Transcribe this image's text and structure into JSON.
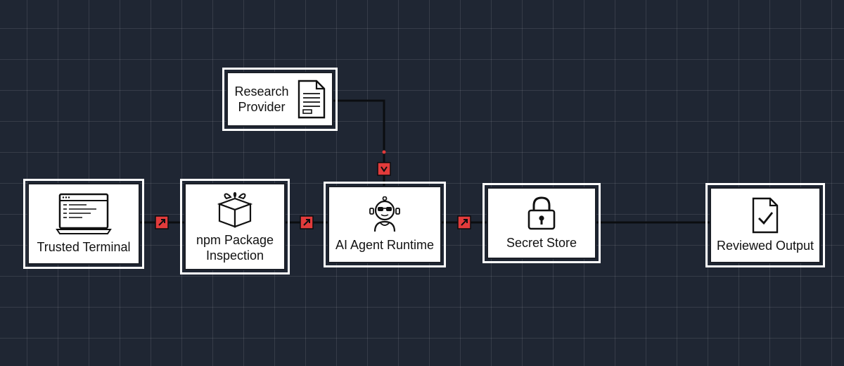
{
  "diagram": {
    "nodes": [
      {
        "id": "terminal",
        "label": "Trusted Terminal",
        "icon": "terminal-icon"
      },
      {
        "id": "npm",
        "label": "npm Package Inspection",
        "icon": "package-box-icon"
      },
      {
        "id": "agent",
        "label": "AI Agent Runtime",
        "icon": "robot-icon"
      },
      {
        "id": "secret",
        "label": "Secret Store",
        "icon": "padlock-icon"
      },
      {
        "id": "output",
        "label": "Reviewed Output",
        "icon": "document-check-icon"
      },
      {
        "id": "research",
        "label": "Research Provider",
        "icon": "document-icon"
      }
    ],
    "edges": [
      {
        "from": "terminal",
        "to": "npm",
        "marker": "red-flag-marker"
      },
      {
        "from": "npm",
        "to": "agent",
        "marker": "red-flag-marker"
      },
      {
        "from": "agent",
        "to": "secret",
        "marker": "red-flag-marker"
      },
      {
        "from": "secret",
        "to": "output",
        "marker": null
      },
      {
        "from": "research",
        "to": "agent",
        "marker": "red-flag-marker"
      }
    ],
    "colors": {
      "background": "#1f2633",
      "grid": "#3a4150",
      "node_fill": "#ffffff",
      "wire": "#0b0d10",
      "marker": "#e23b3b"
    }
  }
}
